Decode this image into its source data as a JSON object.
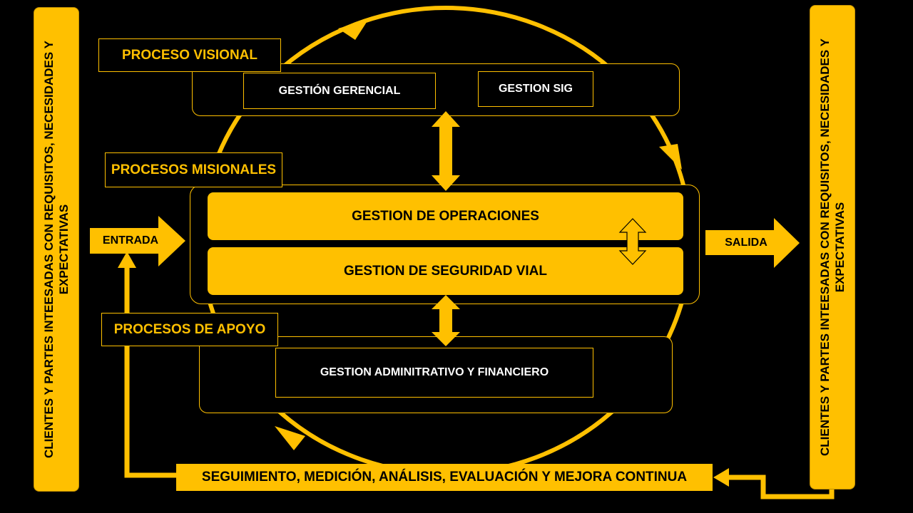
{
  "side_left": {
    "text": "CLIENTES Y PARTES INTEESADAS CON  REQUISITOS, NECESIDADES Y EXPECTATIVAS"
  },
  "side_right": {
    "text": "CLIENTES Y PARTES INTEESADAS CON  REQUISITOS, NECESIDADES Y EXPECTATIVAS"
  },
  "visional": {
    "label": "PROCESO VISIONAL",
    "items": [
      "GESTIÓN GERENCIAL",
      "GESTION SIG"
    ]
  },
  "misionales": {
    "label": "PROCESOS MISIONALES",
    "items": [
      "GESTION DE OPERACIONES",
      "GESTION DE SEGURIDAD VIAL"
    ]
  },
  "apoyo": {
    "label": "PROCESOS DE APOYO",
    "items": [
      "GESTION ADMINITRATIVO Y FINANCIERO"
    ]
  },
  "entrada": "ENTRADA",
  "salida": "SALIDA",
  "mejora": "SEGUIMIENTO, MEDICIÓN, ANÁLISIS, EVALUACIÓN Y MEJORA CONTINUA",
  "colors": {
    "accent": "#FFC000",
    "background": "#000000",
    "text_light": "#FFFFFF"
  }
}
